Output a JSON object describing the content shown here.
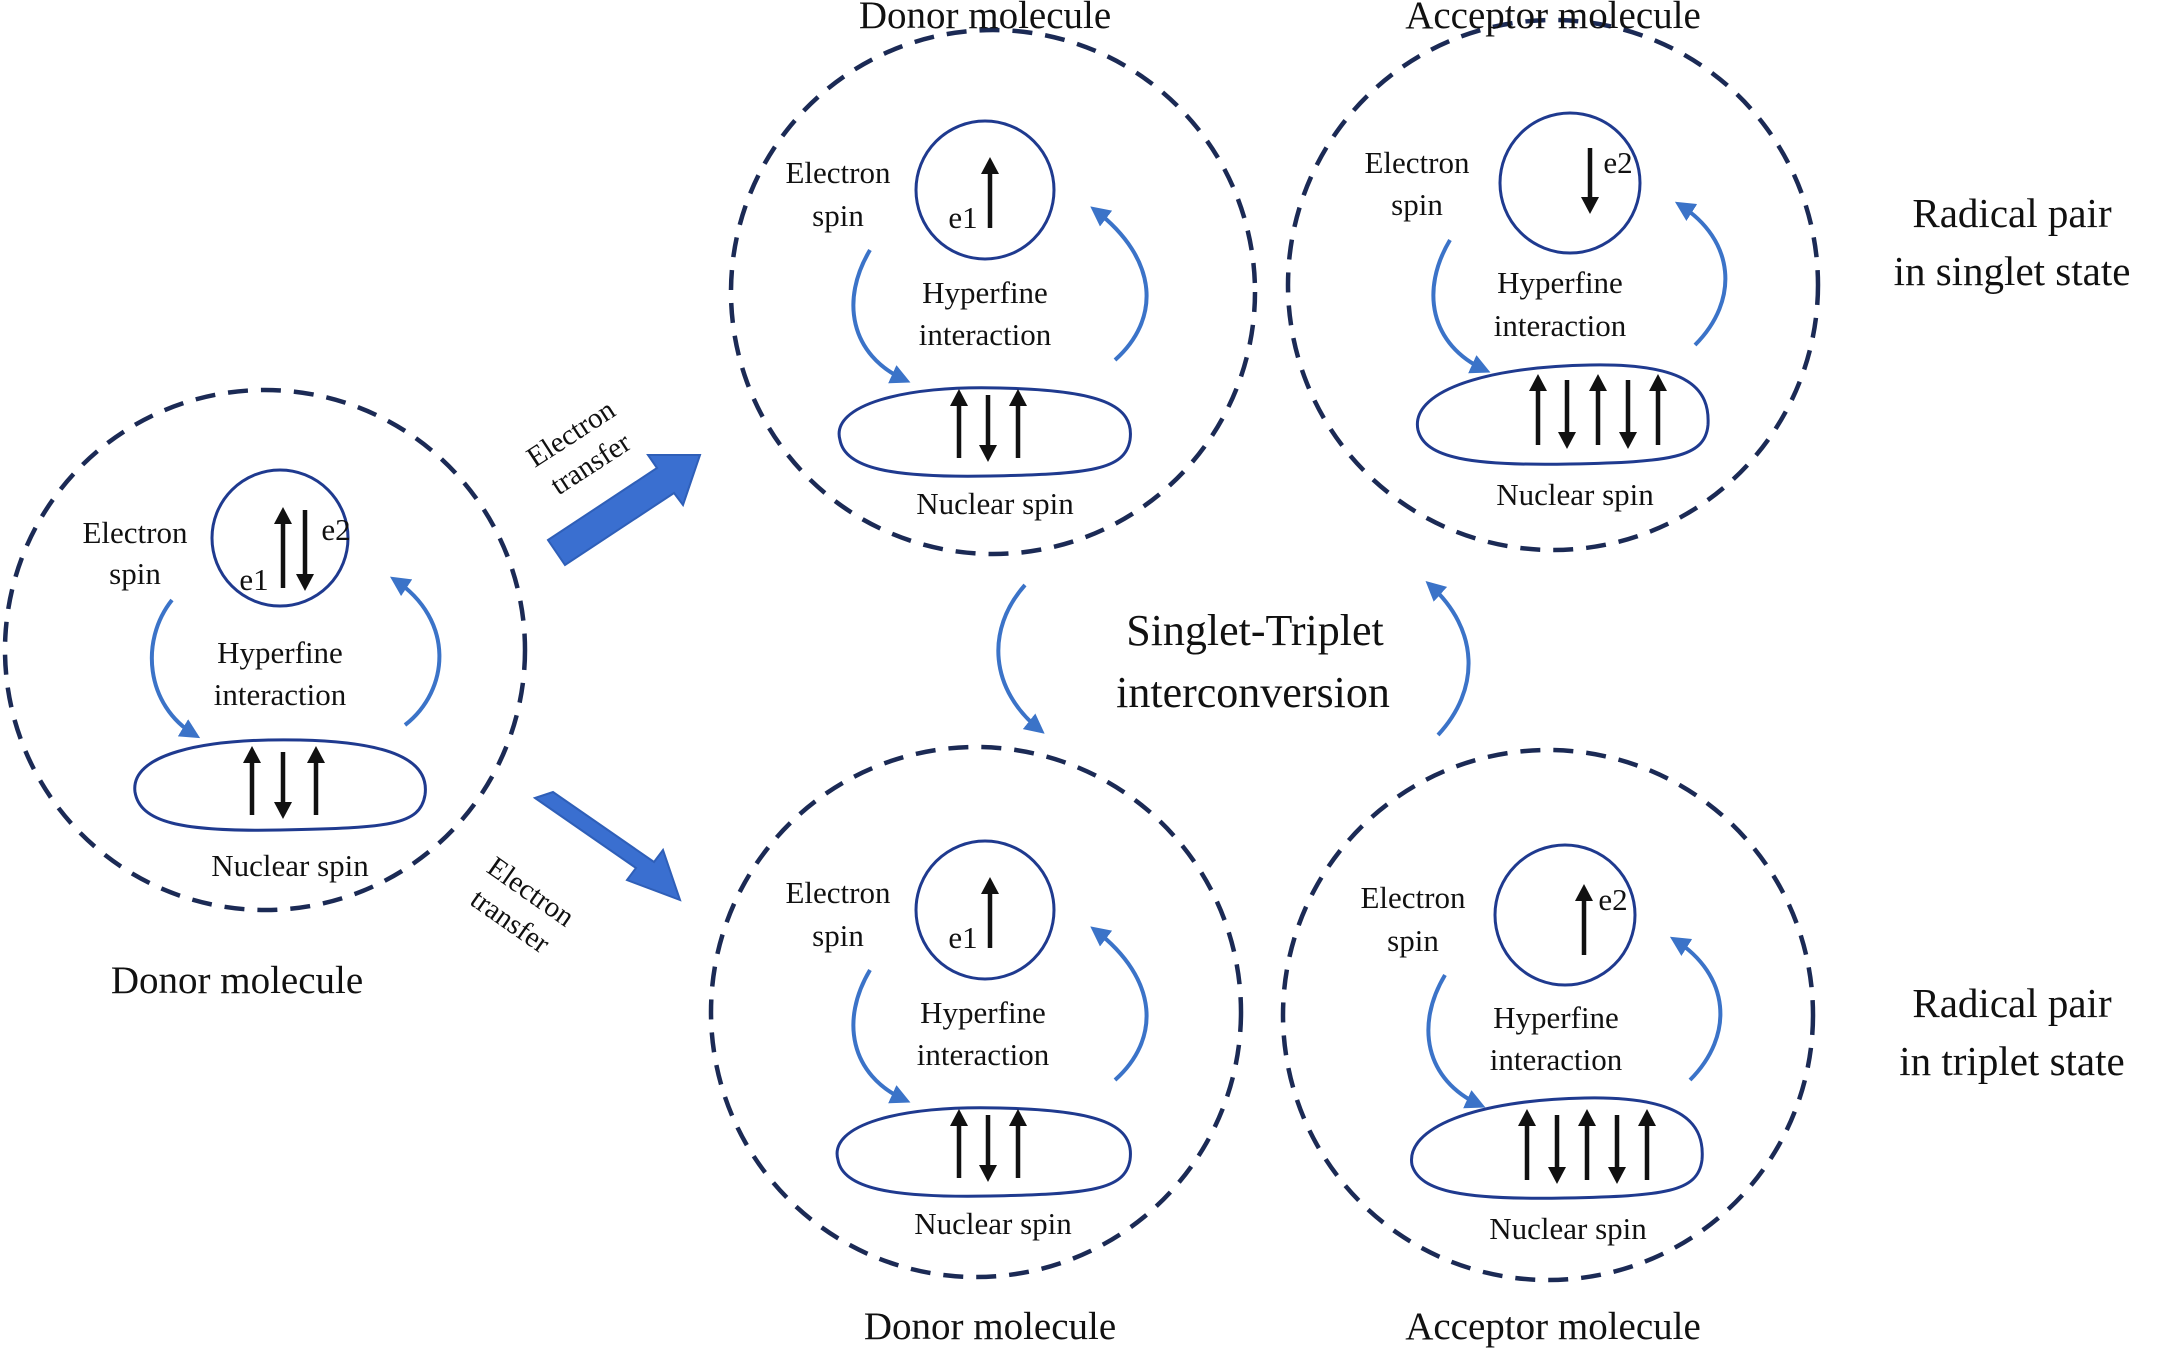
{
  "colors": {
    "dashed_circle": "#1b2a55",
    "ellipse_stroke": "#1f3a8f",
    "curved_arrow": "#3b73c8",
    "transfer_arrow": "#3a6fd0",
    "spin_arrow": "#111111"
  },
  "labels": {
    "donor_molecule": "Donor molecule",
    "acceptor_molecule": "Acceptor molecule",
    "electron_spin_line1": "Electron",
    "electron_spin_line2": "spin",
    "hyperfine_line1": "Hyperfine",
    "hyperfine_line2": "interaction",
    "nuclear_spin": "Nuclear spin",
    "electron_transfer_line1": "Electron",
    "electron_transfer_line2": "transfer",
    "singlet_triplet_line1": "Singlet-Triplet",
    "singlet_triplet_line2": "interconversion",
    "radical_pair_singlet_line1": "Radical pair",
    "radical_pair_singlet_line2": "in singlet state",
    "radical_pair_triplet_line1": "Radical pair",
    "radical_pair_triplet_line2": "in triplet state",
    "e1": "e1",
    "e2": "e2"
  },
  "molecules": [
    {
      "id": "initial-donor",
      "electron_spins": [
        {
          "label": "e1",
          "direction": "up"
        },
        {
          "label": "e2",
          "direction": "down"
        }
      ],
      "nuclear_spins": [
        "up",
        "down",
        "up"
      ]
    },
    {
      "id": "singlet-donor",
      "electron_spins": [
        {
          "label": "e1",
          "direction": "up"
        }
      ],
      "nuclear_spins": [
        "up",
        "down",
        "up"
      ]
    },
    {
      "id": "singlet-acceptor",
      "electron_spins": [
        {
          "label": "e2",
          "direction": "down"
        }
      ],
      "nuclear_spins": [
        "up",
        "down",
        "up",
        "down",
        "up"
      ]
    },
    {
      "id": "triplet-donor",
      "electron_spins": [
        {
          "label": "e1",
          "direction": "up"
        }
      ],
      "nuclear_spins": [
        "up",
        "down",
        "up"
      ]
    },
    {
      "id": "triplet-acceptor",
      "electron_spins": [
        {
          "label": "e2",
          "direction": "up"
        }
      ],
      "nuclear_spins": [
        "up",
        "down",
        "up",
        "down",
        "up"
      ]
    }
  ]
}
